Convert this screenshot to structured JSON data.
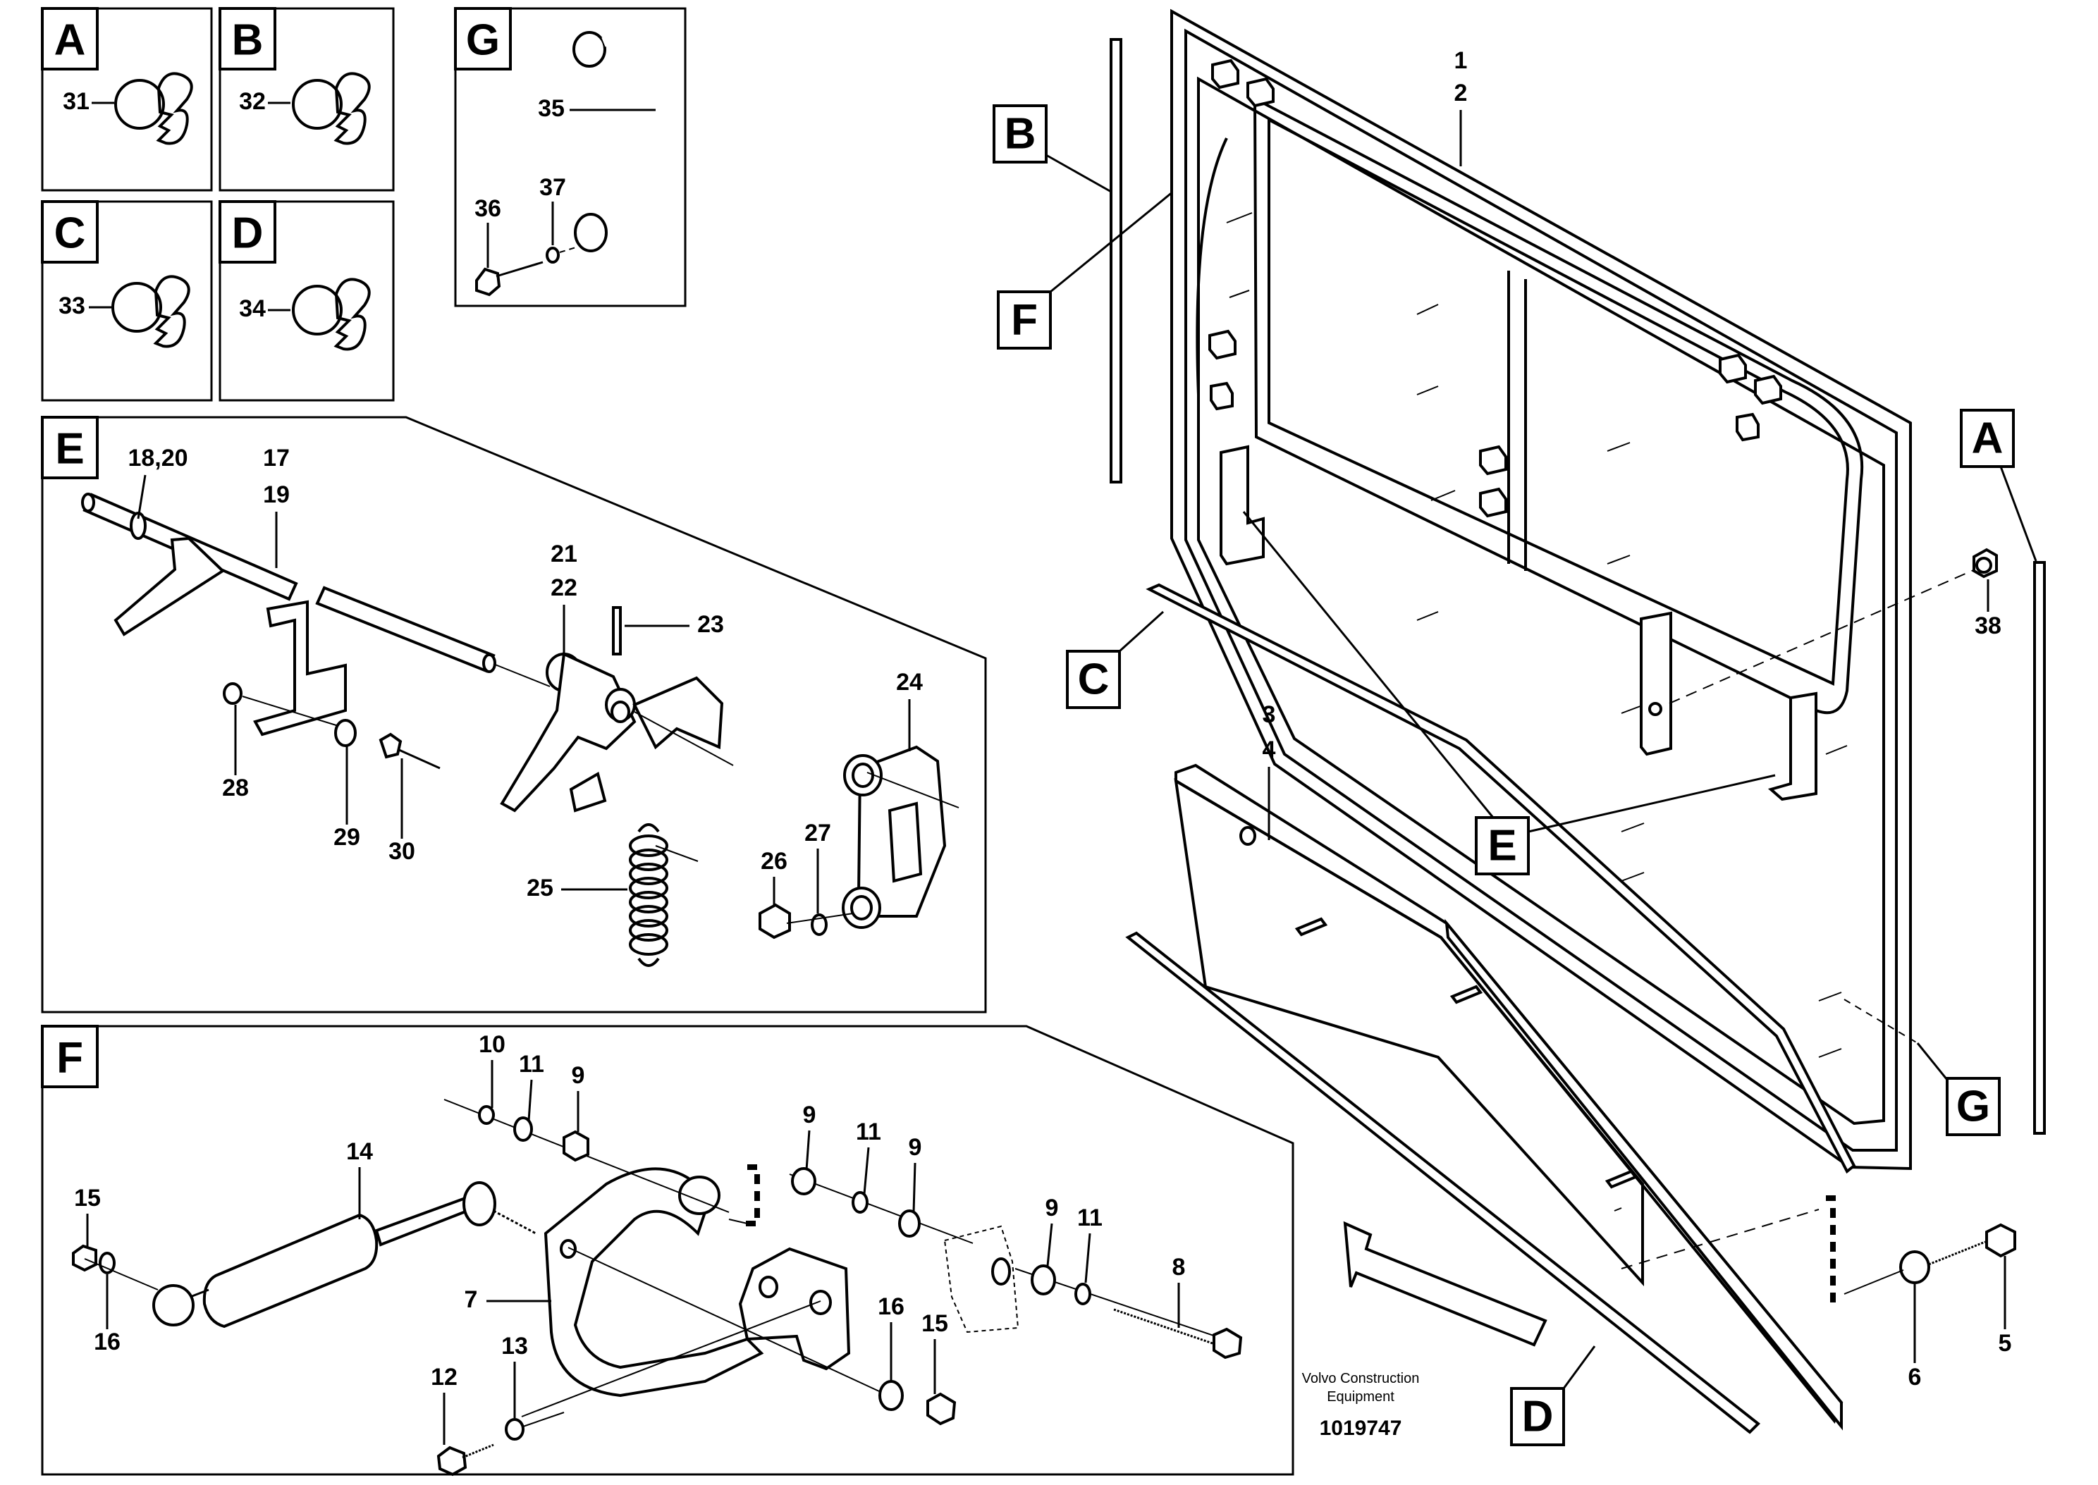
{
  "diagram": {
    "inset_letters": {
      "A": "A",
      "B": "B",
      "C": "C",
      "D": "D",
      "E": "E",
      "F": "F",
      "G": "G"
    },
    "inset_parts": {
      "a": "31",
      "b": "32",
      "c": "33",
      "d": "34",
      "g35": "35",
      "g36": "36",
      "g37": "37"
    },
    "detail_e_labels": {
      "p18_20": "18,20",
      "p17": "17",
      "p19": "19",
      "p21": "21",
      "p22": "22",
      "p23": "23",
      "p24": "24",
      "p25": "25",
      "p26": "26",
      "p27": "27",
      "p28": "28",
      "p29": "29",
      "p30": "30"
    },
    "detail_f_labels": {
      "p10": "10",
      "p11a": "11",
      "p9a": "9",
      "p9b": "9",
      "p11b": "11",
      "p9c": "9",
      "p14": "14",
      "p15a": "15",
      "p16a": "16",
      "p7": "7",
      "p9d": "9",
      "p11c": "11",
      "p8": "8",
      "p16b": "16",
      "p15b": "15",
      "p12": "12",
      "p13": "13"
    },
    "main_labels": {
      "p1": "1",
      "p2": "2",
      "p3": "3",
      "p4": "4",
      "p5": "5",
      "p6": "6",
      "p38": "38"
    },
    "footer": {
      "company_line1": "Volvo Construction",
      "company_line2": "Equipment",
      "doc_number": "1019747"
    }
  }
}
